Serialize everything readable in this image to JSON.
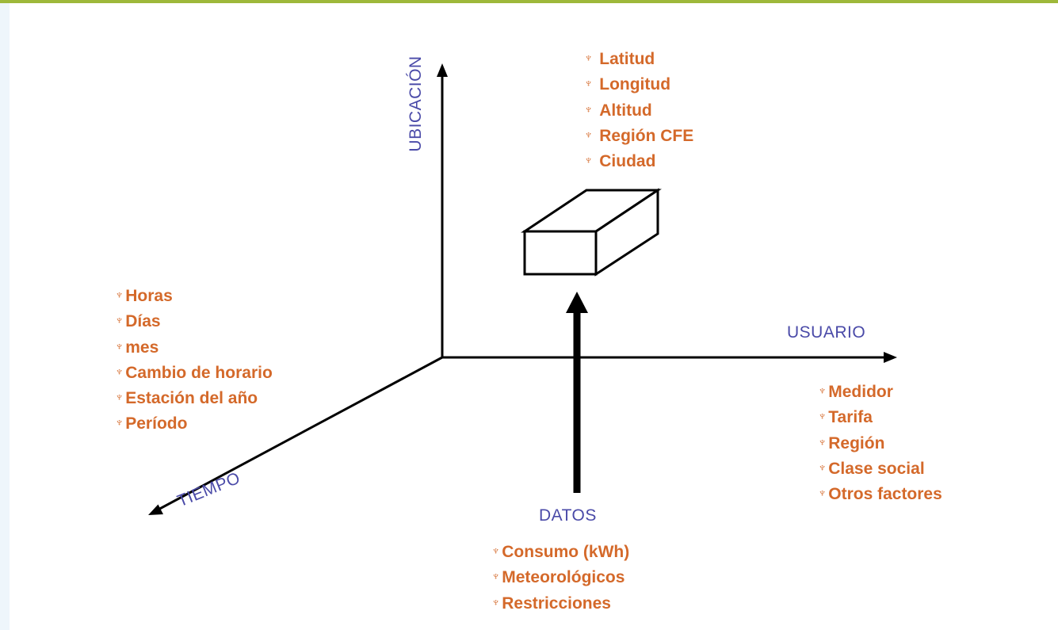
{
  "colors": {
    "accent_bar": "#9eb83a",
    "axis_label": "#4a4aa8",
    "list_text": "#d4692a",
    "lines": "#000000"
  },
  "bullet_icon": "pin-icon",
  "axes": {
    "vertical_label": "UBICACIÓN",
    "horizontal_label": "USUARIO",
    "diagonal_label": "TIEMPO",
    "input_label": "DATOS"
  },
  "lists": {
    "ubicacion": [
      "Latitud",
      "Longitud",
      "Altitud",
      "Región CFE",
      "Ciudad"
    ],
    "tiempo": [
      "Horas",
      "Días",
      "mes",
      "Cambio de horario",
      "Estación del año",
      "Período"
    ],
    "usuario": [
      "Medidor",
      "Tarifa",
      "Región",
      "Clase social",
      "Otros factores"
    ],
    "datos": [
      "Consumo (kWh)",
      "Meteorológicos",
      "Restricciones"
    ]
  }
}
